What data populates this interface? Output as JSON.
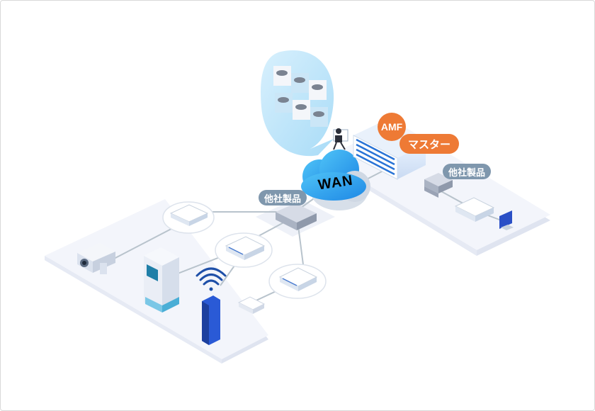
{
  "labels": {
    "amf": "AMF",
    "master": "マスター",
    "third_party_right": "他社製品",
    "third_party_left": "他社製品",
    "wan": "WAN"
  },
  "colors": {
    "accent_orange": "#ee7a35",
    "badge_gray": "#7f97ad",
    "cloud_blue": "#29b6f6",
    "bubble_blue": "#bfe6fb",
    "platform": "#f1f3fa",
    "line": "#b8c3cc"
  }
}
